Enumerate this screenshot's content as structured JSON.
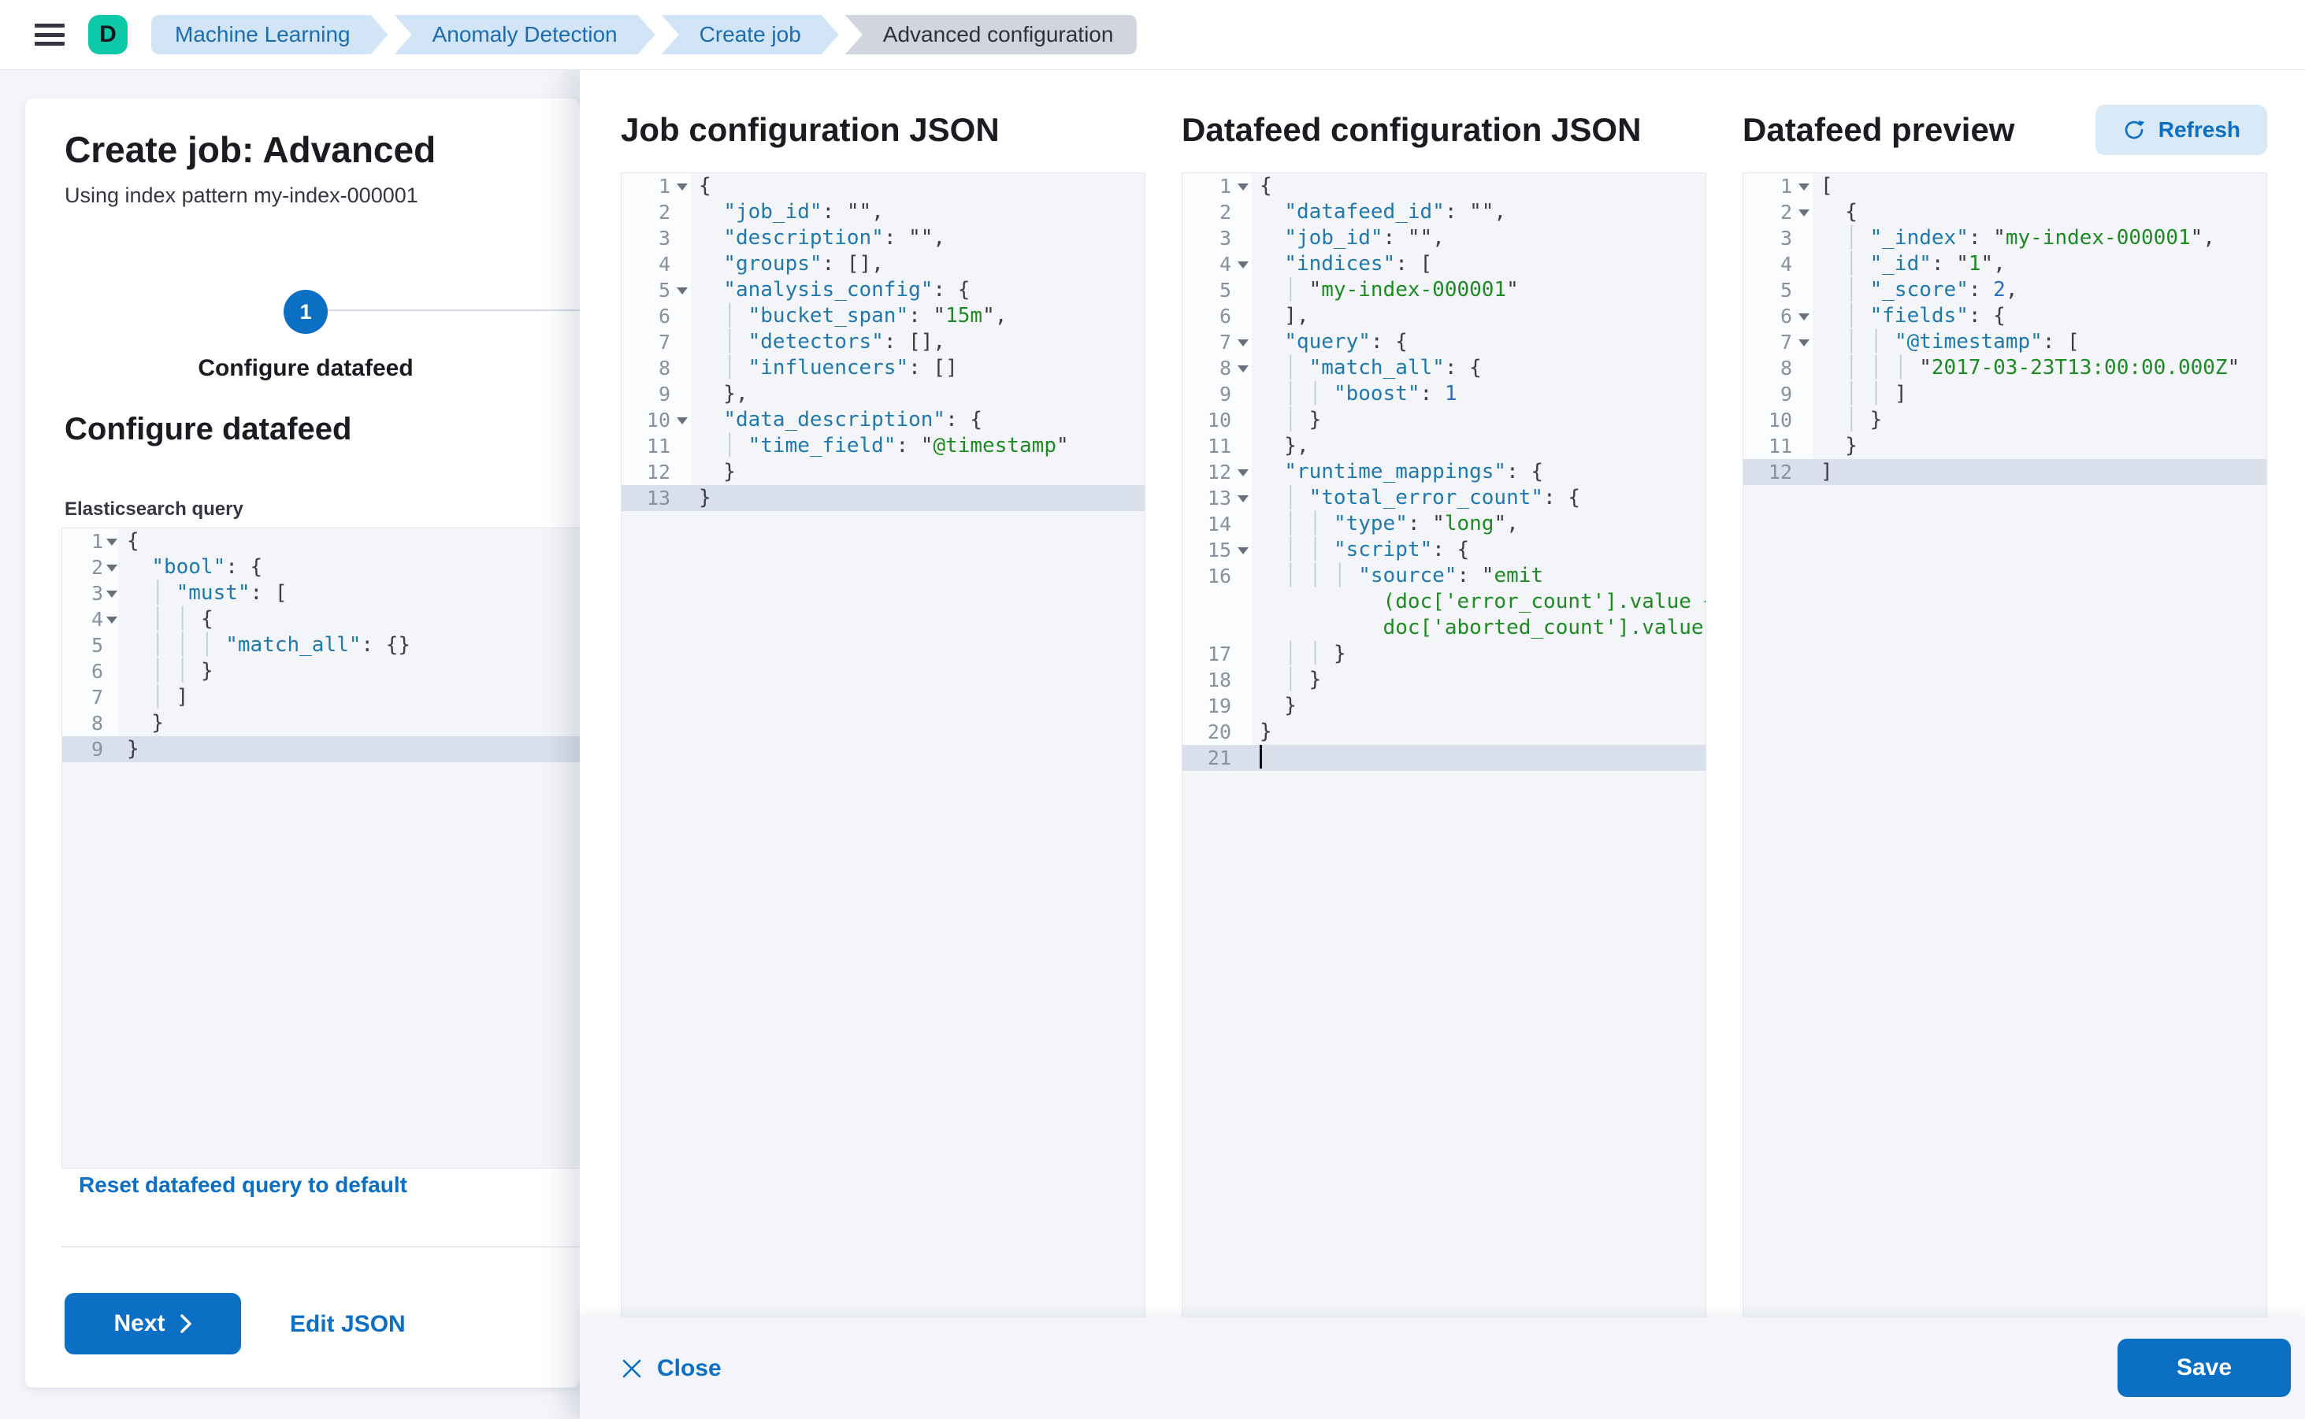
{
  "topbar": {
    "logo_letter": "D",
    "breadcrumbs": [
      {
        "label": "Machine Learning",
        "current": false
      },
      {
        "label": "Anomaly Detection",
        "current": false
      },
      {
        "label": "Create job",
        "current": false
      },
      {
        "label": "Advanced configuration",
        "current": true
      }
    ]
  },
  "left_panel": {
    "title": "Create job: Advanced",
    "subtitle": "Using index pattern my-index-000001",
    "step_number": "1",
    "step_label": "Configure datafeed",
    "section_heading": "Configure datafeed",
    "query_label": "Elasticsearch query",
    "reset_link": "Reset datafeed query to default",
    "next_button": "Next",
    "edit_json_link": "Edit JSON"
  },
  "flyout": {
    "job_heading": "Job configuration JSON",
    "datafeed_heading": "Datafeed configuration JSON",
    "preview_heading": "Datafeed preview",
    "refresh_button": "Refresh"
  },
  "footer": {
    "close_label": "Close",
    "save_label": "Save"
  },
  "colors": {
    "primary": "#0b6fc4",
    "logo_green": "#0ec9a7",
    "breadcrumb_blue_bg": "#d2e5f6",
    "breadcrumb_gray_bg": "#d1d5dd",
    "editor_bg": "#f3f5f9",
    "active_line": "#d9dfeb",
    "key_color": "#1f79ad",
    "string_color": "#1e8a24",
    "number_color": "#2a6fc2"
  },
  "editors": {
    "query": {
      "lines": [
        {
          "n": "1",
          "f": true,
          "t": [
            [
              "p",
              "{"
            ]
          ]
        },
        {
          "n": "2",
          "f": true,
          "t": [
            [
              "p",
              "  "
            ],
            [
              "k",
              "\"bool\""
            ],
            [
              "p",
              ": {"
            ]
          ]
        },
        {
          "n": "3",
          "f": true,
          "t": [
            [
              "p",
              "  "
            ],
            [
              "g",
              "│ "
            ],
            [
              "k",
              "\"must\""
            ],
            [
              "p",
              ": ["
            ]
          ]
        },
        {
          "n": "4",
          "f": true,
          "t": [
            [
              "p",
              "  "
            ],
            [
              "g",
              "│ │ "
            ],
            [
              "p",
              "{"
            ]
          ]
        },
        {
          "n": "5",
          "t": [
            [
              "p",
              "  "
            ],
            [
              "g",
              "│ │ │ "
            ],
            [
              "k",
              "\"match_all\""
            ],
            [
              "p",
              ": {}"
            ]
          ]
        },
        {
          "n": "6",
          "t": [
            [
              "p",
              "  "
            ],
            [
              "g",
              "│ │ "
            ],
            [
              "p",
              "}"
            ]
          ]
        },
        {
          "n": "7",
          "t": [
            [
              "p",
              "  "
            ],
            [
              "g",
              "│ "
            ],
            [
              "p",
              "]"
            ]
          ]
        },
        {
          "n": "8",
          "t": [
            [
              "p",
              "  }"
            ]
          ]
        },
        {
          "n": "9",
          "a": true,
          "t": [
            [
              "p",
              "}"
            ]
          ]
        }
      ]
    },
    "job": {
      "lines": [
        {
          "n": "1",
          "f": true,
          "t": [
            [
              "p",
              "{"
            ]
          ]
        },
        {
          "n": "2",
          "t": [
            [
              "p",
              "  "
            ],
            [
              "k",
              "\"job_id\""
            ],
            [
              "p",
              ": \"\","
            ]
          ]
        },
        {
          "n": "3",
          "t": [
            [
              "p",
              "  "
            ],
            [
              "k",
              "\"description\""
            ],
            [
              "p",
              ": \"\","
            ]
          ]
        },
        {
          "n": "4",
          "t": [
            [
              "p",
              "  "
            ],
            [
              "k",
              "\"groups\""
            ],
            [
              "p",
              ": [],"
            ]
          ]
        },
        {
          "n": "5",
          "f": true,
          "t": [
            [
              "p",
              "  "
            ],
            [
              "k",
              "\"analysis_config\""
            ],
            [
              "p",
              ": {"
            ]
          ]
        },
        {
          "n": "6",
          "t": [
            [
              "p",
              "  "
            ],
            [
              "g",
              "│ "
            ],
            [
              "k",
              "\"bucket_span\""
            ],
            [
              "p",
              ": \""
            ],
            [
              "s",
              "15m"
            ],
            [
              "p",
              "\","
            ]
          ]
        },
        {
          "n": "7",
          "t": [
            [
              "p",
              "  "
            ],
            [
              "g",
              "│ "
            ],
            [
              "k",
              "\"detectors\""
            ],
            [
              "p",
              ": [],"
            ]
          ]
        },
        {
          "n": "8",
          "t": [
            [
              "p",
              "  "
            ],
            [
              "g",
              "│ "
            ],
            [
              "k",
              "\"influencers\""
            ],
            [
              "p",
              ": []"
            ]
          ]
        },
        {
          "n": "9",
          "t": [
            [
              "p",
              "  },"
            ]
          ]
        },
        {
          "n": "10",
          "f": true,
          "t": [
            [
              "p",
              "  "
            ],
            [
              "k",
              "\"data_description\""
            ],
            [
              "p",
              ": {"
            ]
          ]
        },
        {
          "n": "11",
          "t": [
            [
              "p",
              "  "
            ],
            [
              "g",
              "│ "
            ],
            [
              "k",
              "\"time_field\""
            ],
            [
              "p",
              ": \""
            ],
            [
              "s",
              "@timestamp"
            ],
            [
              "p",
              "\""
            ]
          ]
        },
        {
          "n": "12",
          "t": [
            [
              "p",
              "  }"
            ]
          ]
        },
        {
          "n": "13",
          "a": true,
          "t": [
            [
              "p",
              "}"
            ]
          ]
        }
      ]
    },
    "datafeed": {
      "lines": [
        {
          "n": "1",
          "f": true,
          "t": [
            [
              "p",
              "{"
            ]
          ]
        },
        {
          "n": "2",
          "t": [
            [
              "p",
              "  "
            ],
            [
              "k",
              "\"datafeed_id\""
            ],
            [
              "p",
              ": \"\","
            ]
          ]
        },
        {
          "n": "3",
          "t": [
            [
              "p",
              "  "
            ],
            [
              "k",
              "\"job_id\""
            ],
            [
              "p",
              ": \"\","
            ]
          ]
        },
        {
          "n": "4",
          "f": true,
          "t": [
            [
              "p",
              "  "
            ],
            [
              "k",
              "\"indices\""
            ],
            [
              "p",
              ": ["
            ]
          ]
        },
        {
          "n": "5",
          "t": [
            [
              "p",
              "  "
            ],
            [
              "g",
              "│ "
            ],
            [
              "p",
              "\""
            ],
            [
              "s",
              "my-index-000001"
            ],
            [
              "p",
              "\""
            ]
          ]
        },
        {
          "n": "6",
          "t": [
            [
              "p",
              "  ],"
            ]
          ]
        },
        {
          "n": "7",
          "f": true,
          "t": [
            [
              "p",
              "  "
            ],
            [
              "k",
              "\"query\""
            ],
            [
              "p",
              ": {"
            ]
          ]
        },
        {
          "n": "8",
          "f": true,
          "t": [
            [
              "p",
              "  "
            ],
            [
              "g",
              "│ "
            ],
            [
              "k",
              "\"match_all\""
            ],
            [
              "p",
              ": {"
            ]
          ]
        },
        {
          "n": "9",
          "t": [
            [
              "p",
              "  "
            ],
            [
              "g",
              "│ │ "
            ],
            [
              "k",
              "\"boost\""
            ],
            [
              "p",
              ": "
            ],
            [
              "n",
              "1"
            ]
          ]
        },
        {
          "n": "10",
          "t": [
            [
              "p",
              "  "
            ],
            [
              "g",
              "│ "
            ],
            [
              "p",
              "}"
            ]
          ]
        },
        {
          "n": "11",
          "t": [
            [
              "p",
              "  },"
            ]
          ]
        },
        {
          "n": "12",
          "f": true,
          "t": [
            [
              "p",
              "  "
            ],
            [
              "k",
              "\"runtime_mappings\""
            ],
            [
              "p",
              ": {"
            ]
          ]
        },
        {
          "n": "13",
          "f": true,
          "t": [
            [
              "p",
              "  "
            ],
            [
              "g",
              "│ "
            ],
            [
              "k",
              "\"total_error_count\""
            ],
            [
              "p",
              ": {"
            ]
          ]
        },
        {
          "n": "14",
          "t": [
            [
              "p",
              "  "
            ],
            [
              "g",
              "│ │ "
            ],
            [
              "k",
              "\"type\""
            ],
            [
              "p",
              ": \""
            ],
            [
              "s",
              "long"
            ],
            [
              "p",
              "\","
            ]
          ]
        },
        {
          "n": "15",
          "f": true,
          "t": [
            [
              "p",
              "  "
            ],
            [
              "g",
              "│ │ "
            ],
            [
              "k",
              "\"script\""
            ],
            [
              "p",
              ": {"
            ]
          ]
        },
        {
          "n": "16",
          "t": [
            [
              "p",
              "  "
            ],
            [
              "g",
              "│ │ │ "
            ],
            [
              "k",
              "\"source\""
            ],
            [
              "p",
              ": \""
            ],
            [
              "s",
              "emit"
            ]
          ]
        },
        {
          "n": "",
          "t": [
            [
              "p",
              "          "
            ],
            [
              "s",
              "(doc['error_count'].value +"
            ]
          ]
        },
        {
          "n": "",
          "t": [
            [
              "p",
              "          "
            ],
            [
              "s",
              "doc['aborted_count'].value)"
            ],
            [
              "p",
              "\""
            ]
          ]
        },
        {
          "n": "17",
          "t": [
            [
              "p",
              "  "
            ],
            [
              "g",
              "│ │ "
            ],
            [
              "p",
              "}"
            ]
          ]
        },
        {
          "n": "18",
          "t": [
            [
              "p",
              "  "
            ],
            [
              "g",
              "│ "
            ],
            [
              "p",
              "}"
            ]
          ]
        },
        {
          "n": "19",
          "t": [
            [
              "p",
              "  }"
            ]
          ]
        },
        {
          "n": "20",
          "t": [
            [
              "p",
              "}"
            ]
          ]
        },
        {
          "n": "21",
          "a": true,
          "c": true,
          "t": []
        }
      ]
    },
    "preview": {
      "lines": [
        {
          "n": "1",
          "f": true,
          "t": [
            [
              "p",
              "["
            ]
          ]
        },
        {
          "n": "2",
          "f": true,
          "t": [
            [
              "p",
              "  {"
            ]
          ]
        },
        {
          "n": "3",
          "t": [
            [
              "p",
              "  "
            ],
            [
              "g",
              "│ "
            ],
            [
              "k",
              "\"_index\""
            ],
            [
              "p",
              ": \""
            ],
            [
              "s",
              "my-index-000001"
            ],
            [
              "p",
              "\","
            ]
          ]
        },
        {
          "n": "4",
          "t": [
            [
              "p",
              "  "
            ],
            [
              "g",
              "│ "
            ],
            [
              "k",
              "\"_id\""
            ],
            [
              "p",
              ": \""
            ],
            [
              "s",
              "1"
            ],
            [
              "p",
              "\","
            ]
          ]
        },
        {
          "n": "5",
          "t": [
            [
              "p",
              "  "
            ],
            [
              "g",
              "│ "
            ],
            [
              "k",
              "\"_score\""
            ],
            [
              "p",
              ": "
            ],
            [
              "n",
              "2"
            ],
            [
              "p",
              ","
            ]
          ]
        },
        {
          "n": "6",
          "f": true,
          "t": [
            [
              "p",
              "  "
            ],
            [
              "g",
              "│ "
            ],
            [
              "k",
              "\"fields\""
            ],
            [
              "p",
              ": {"
            ]
          ]
        },
        {
          "n": "7",
          "f": true,
          "t": [
            [
              "p",
              "  "
            ],
            [
              "g",
              "│ │ "
            ],
            [
              "k",
              "\"@timestamp\""
            ],
            [
              "p",
              ": ["
            ]
          ]
        },
        {
          "n": "8",
          "t": [
            [
              "p",
              "  "
            ],
            [
              "g",
              "│ │ │ "
            ],
            [
              "p",
              "\""
            ],
            [
              "s",
              "2017-03-23T13:00:00.000Z"
            ],
            [
              "p",
              "\""
            ]
          ]
        },
        {
          "n": "9",
          "t": [
            [
              "p",
              "  "
            ],
            [
              "g",
              "│ │ "
            ],
            [
              "p",
              "]"
            ]
          ]
        },
        {
          "n": "10",
          "t": [
            [
              "p",
              "  "
            ],
            [
              "g",
              "│ "
            ],
            [
              "p",
              "}"
            ]
          ]
        },
        {
          "n": "11",
          "t": [
            [
              "p",
              "  }"
            ]
          ]
        },
        {
          "n": "12",
          "a": true,
          "t": [
            [
              "p",
              "]"
            ]
          ]
        }
      ]
    }
  }
}
